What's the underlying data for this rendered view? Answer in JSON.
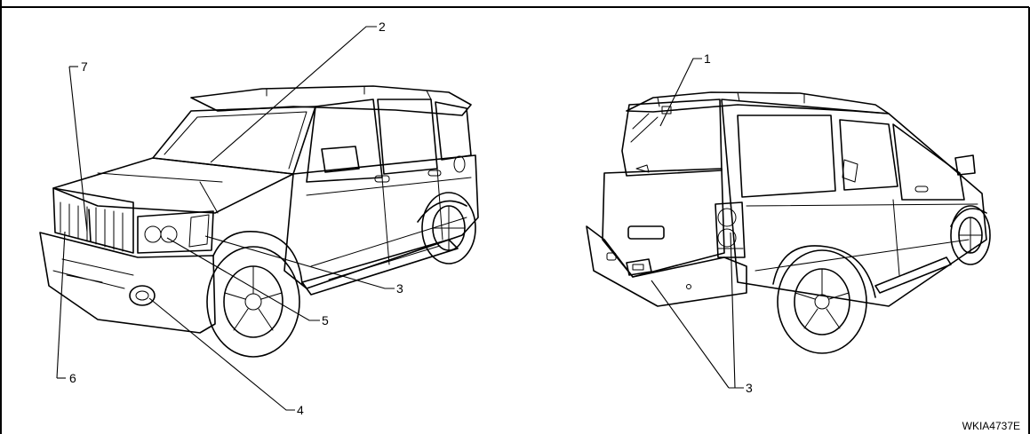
{
  "figure_code": "WKIA4737E",
  "callouts": {
    "c1": "1",
    "c2": "2",
    "c3_front": "3",
    "c3_rear": "3",
    "c4": "4",
    "c5": "5",
    "c6": "6",
    "c7": "7"
  }
}
